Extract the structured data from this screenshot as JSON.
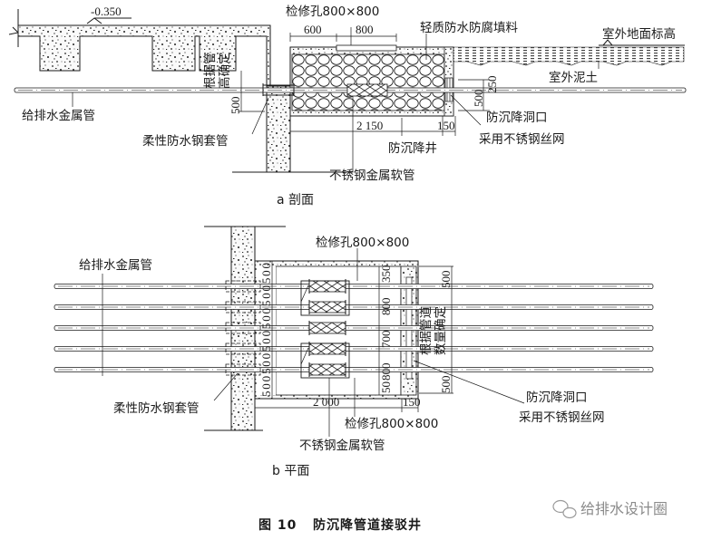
{
  "figure": {
    "caption_number": "图 10",
    "caption_title": "防沉降管道接驳井",
    "watermark": "给排水设计圈"
  },
  "section_view": {
    "subtitle": "a 剖面",
    "elevation": "-0.350",
    "labels": {
      "inspection_hole": "检修孔800×800",
      "filler": "轻质防水防腐填料",
      "outdoor_grade": "室外地面标高",
      "outdoor_soil": "室外泥土",
      "metal_pipe": "给排水金属管",
      "flexible_sleeve": "柔性防水钢套管",
      "settlement_well": "防沉降井",
      "stainless_hose": "不锈钢金属软管",
      "opening_line1": "防沉降洞口",
      "opening_line2": "采用不锈钢丝网",
      "by_pipe_elev_line1": "根据管",
      "by_pipe_elev_line2": "高确定"
    },
    "dimensions": {
      "d600": "600",
      "d800": "800",
      "d2150": "2 150",
      "d150": "150",
      "d500_left": "500",
      "d500_right": "500",
      "d250": "250"
    }
  },
  "plan_view": {
    "subtitle": "b 平面",
    "labels": {
      "inspection_hole_top": "检修孔800×800",
      "inspection_hole_bottom": "检修孔800×800",
      "metal_pipe": "给排水金属管",
      "flexible_sleeve": "柔性防水钢套管",
      "stainless_hose": "不锈钢金属软管",
      "opening_line1": "防沉降洞口",
      "opening_line2": "采用不锈钢丝网",
      "by_pipe_count_line1": "根据管道",
      "by_pipe_count_line2": "数量确定"
    },
    "dimensions": {
      "left_chain": "500500500500500500",
      "right_chain_top": "350",
      "right_chain_800a": "800",
      "right_chain_700": "700",
      "right_chain_800b": "800",
      "right_chain_bottom": "50",
      "outer_top": "500",
      "outer_bottom": "500",
      "d2000": "2 000",
      "d150": "150"
    },
    "pipe_count": 5
  }
}
